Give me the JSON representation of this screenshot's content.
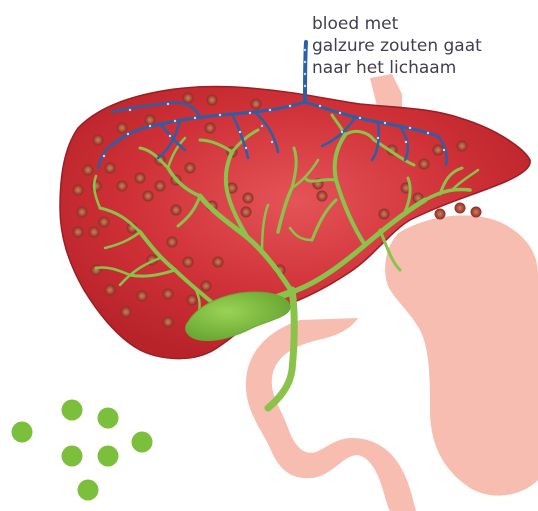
{
  "label": {
    "lines": [
      "bloed met",
      "galzure zouten gaat",
      "naar het lichaam"
    ]
  },
  "colors": {
    "background": "#ffffff",
    "liver": "#c0262c",
    "liver_highlight": "#e45458",
    "liver_outline": "#9a1e24",
    "stomach_intestine": "#f6bdb0",
    "bile_ducts": "#8bc34a",
    "bile_duct_light": "#a8d46a",
    "gallbladder": "#7cbf3c",
    "blood_vessels": "#2b5fa8",
    "blood_dots": "#bfe0f0",
    "hepatocyte_dots": "#8e2a22",
    "bile_salt_particles": "#7cbf3c",
    "text": "#3f3f52"
  },
  "icons": {
    "liver": "liver-shape",
    "gallbladder": "gallbladder-shape",
    "stomach": "stomach-shape",
    "intestine": "intestine-shape",
    "particles": "bile-salt-particle"
  }
}
